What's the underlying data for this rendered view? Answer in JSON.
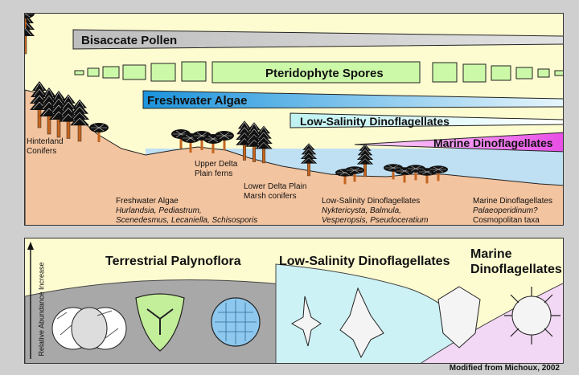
{
  "top": {
    "bars": {
      "bisaccate": "Bisaccate Pollen",
      "pteridophyte": "Pteridophyte Spores",
      "freshwater": "Freshwater Algae",
      "low_salinity": "Low-Salinity Dinoflagellates",
      "marine": "Marine Dinoflagellates"
    },
    "zones": {
      "hinterland": [
        "Hinterland",
        "Conifers"
      ],
      "upper_delta": [
        "Upper Delta",
        "Plain ferns"
      ],
      "lower_delta": [
        "Lower Delta Plain",
        "Marsh conifers"
      ],
      "freshwater": {
        "title": "Freshwater Algae",
        "taxa": [
          "Hurlandsia, Pediastrum,",
          "Scenedesmus, Lecaniella, Schisosporis"
        ]
      },
      "low_salinity": {
        "title": "Low-Salinity Dinoflagellates",
        "taxa": [
          "Nyktericysta, Balmula,",
          "Vesperopsis, Pseudoceratium"
        ]
      },
      "marine": {
        "title": "Marine Dinoflagellates",
        "taxa": [
          "Palaeoperidinum?"
        ],
        "extra": "Cosmopolitan taxa"
      }
    }
  },
  "bottom": {
    "axis_label": "Relative Abundance Increase",
    "terrestrial": "Terrestrial Palynoflora",
    "low_salinity": "Low-Salinity Dinoflagellates",
    "marine": [
      "Marine",
      "Dinoflagellates"
    ]
  },
  "credit": "Modified from Michoux, 2002",
  "colors": {
    "panel": "#fdfbd0",
    "land": "#f3c4a0",
    "water": "#bfe0f3",
    "gray_bar": "#c8c8c8",
    "green_bar": "#ccf9a8",
    "blue_bar": "#8fd0f0",
    "cyan_bar": "#d2f6f6",
    "magenta_bar": "#f07ff0"
  }
}
